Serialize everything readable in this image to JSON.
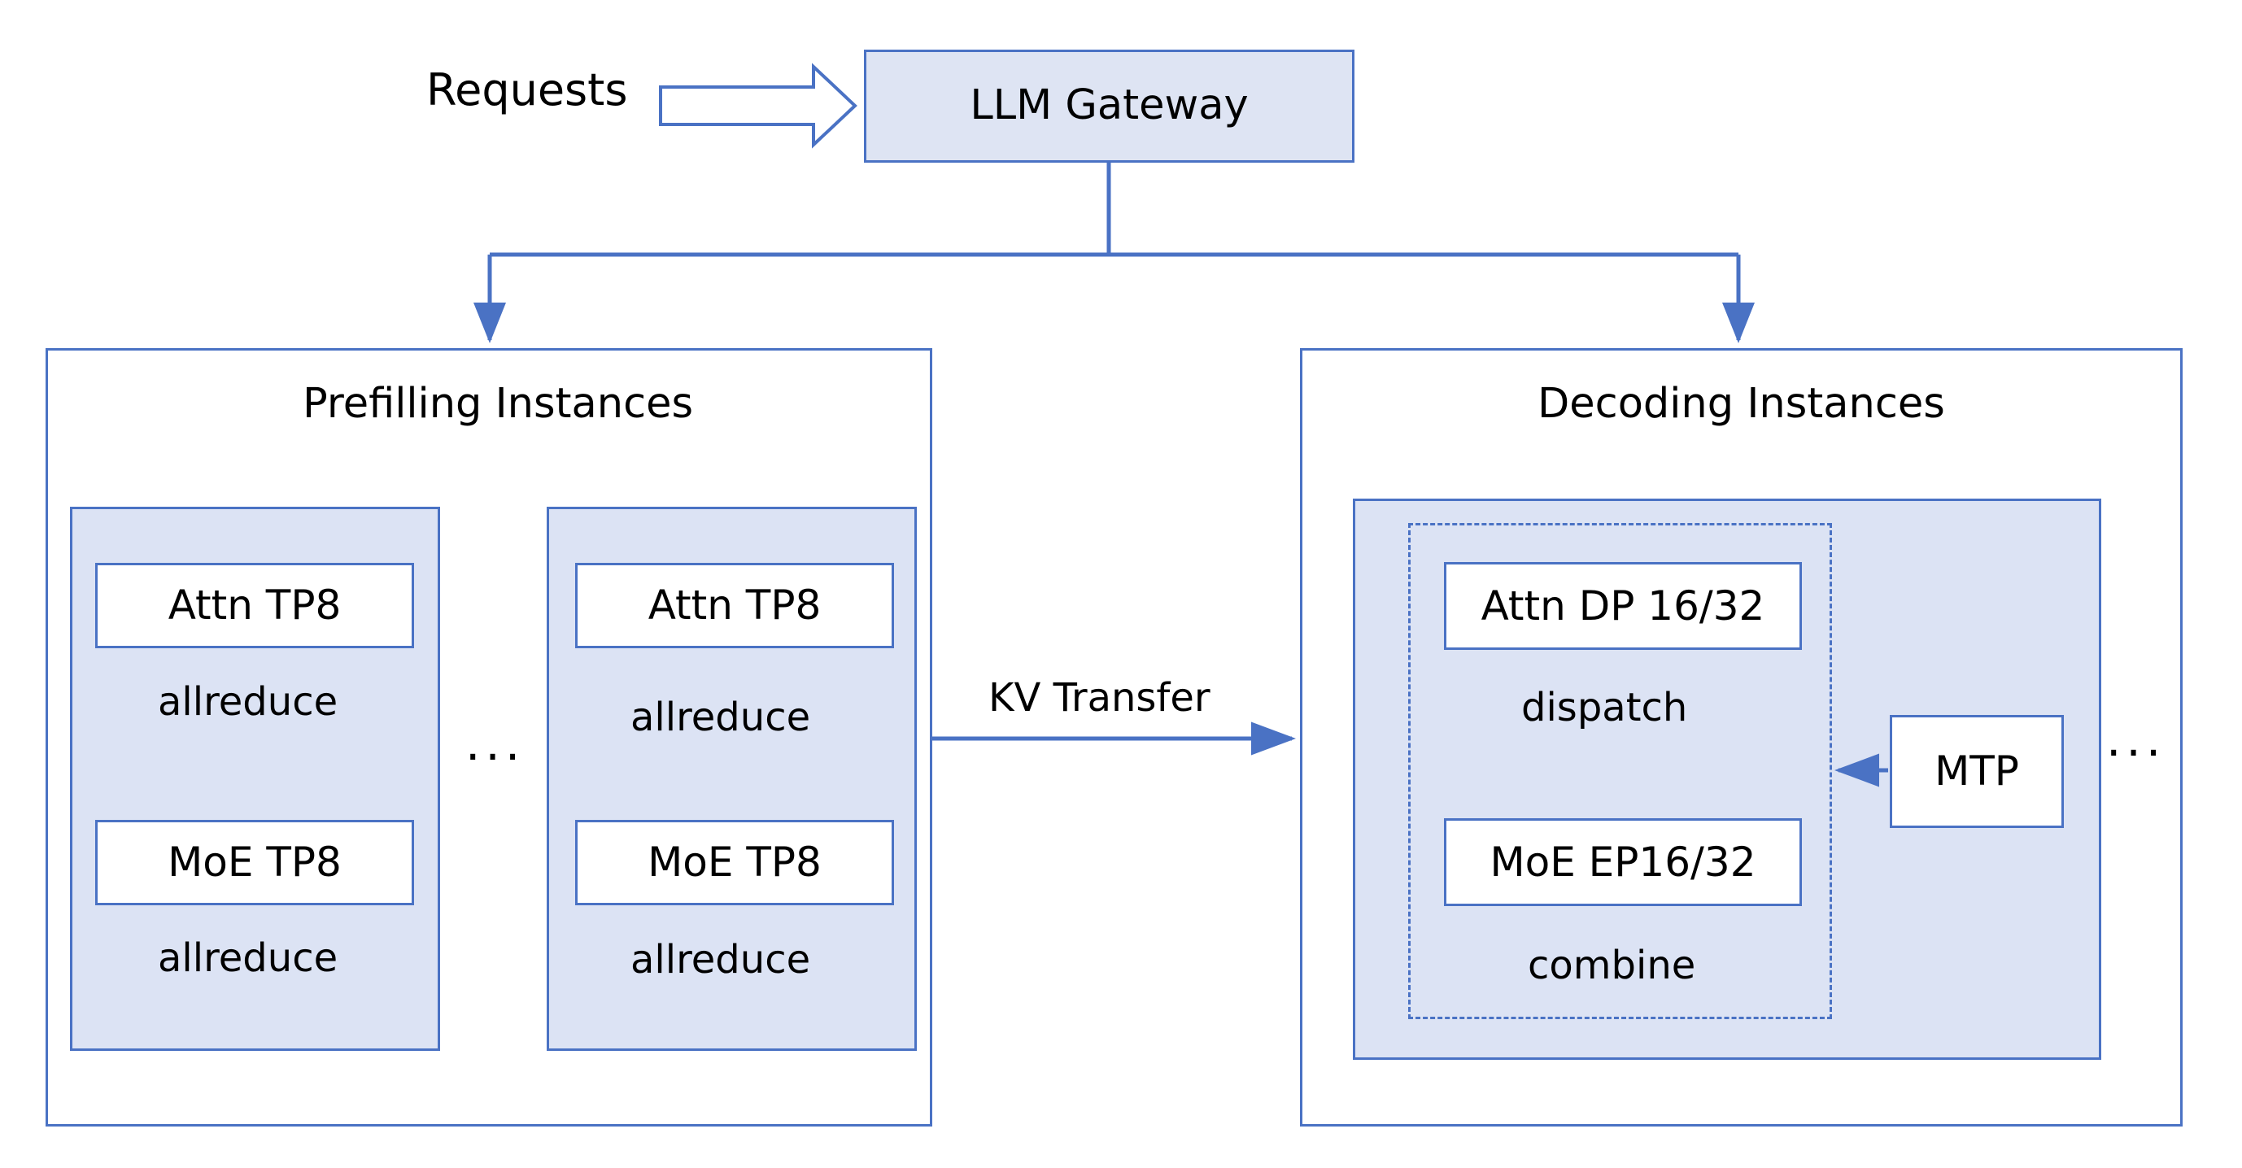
{
  "diagram": {
    "title_visible": false,
    "colors": {
      "stroke": "#4A72C4",
      "panel_fill": "#DCE3F4",
      "gateway_fill": "#DEE4F3",
      "box_fill": "#FFFFFF",
      "background": "#FFFFFF",
      "text": "#000000"
    },
    "entry": {
      "requests_label": "Requests",
      "requests_arrow_icon": "block-arrow-right-icon"
    },
    "gateway": {
      "label": "LLM Gateway"
    },
    "prefilling": {
      "title": "Prefilling Instances",
      "ellipsis": "...",
      "instances": [
        {
          "blocks": [
            {
              "label": "Attn TP8",
              "comm": "allreduce"
            },
            {
              "label": "MoE TP8",
              "comm": "allreduce"
            }
          ]
        },
        {
          "blocks": [
            {
              "label": "Attn TP8",
              "comm": "allreduce"
            },
            {
              "label": "MoE TP8",
              "comm": "allreduce"
            }
          ]
        }
      ]
    },
    "kv_transfer": {
      "label": "KV Transfer",
      "arrow_icon": "arrow-right-icon"
    },
    "decoding": {
      "title": "Decoding Instances",
      "ellipsis": "...",
      "instance": {
        "blocks": [
          {
            "label": "Attn DP 16/32",
            "comm": "dispatch"
          },
          {
            "label": "MoE EP16/32",
            "comm": "combine"
          }
        ],
        "mtp": {
          "label": "MTP",
          "arrow_icon": "arrow-left-icon"
        }
      }
    }
  }
}
